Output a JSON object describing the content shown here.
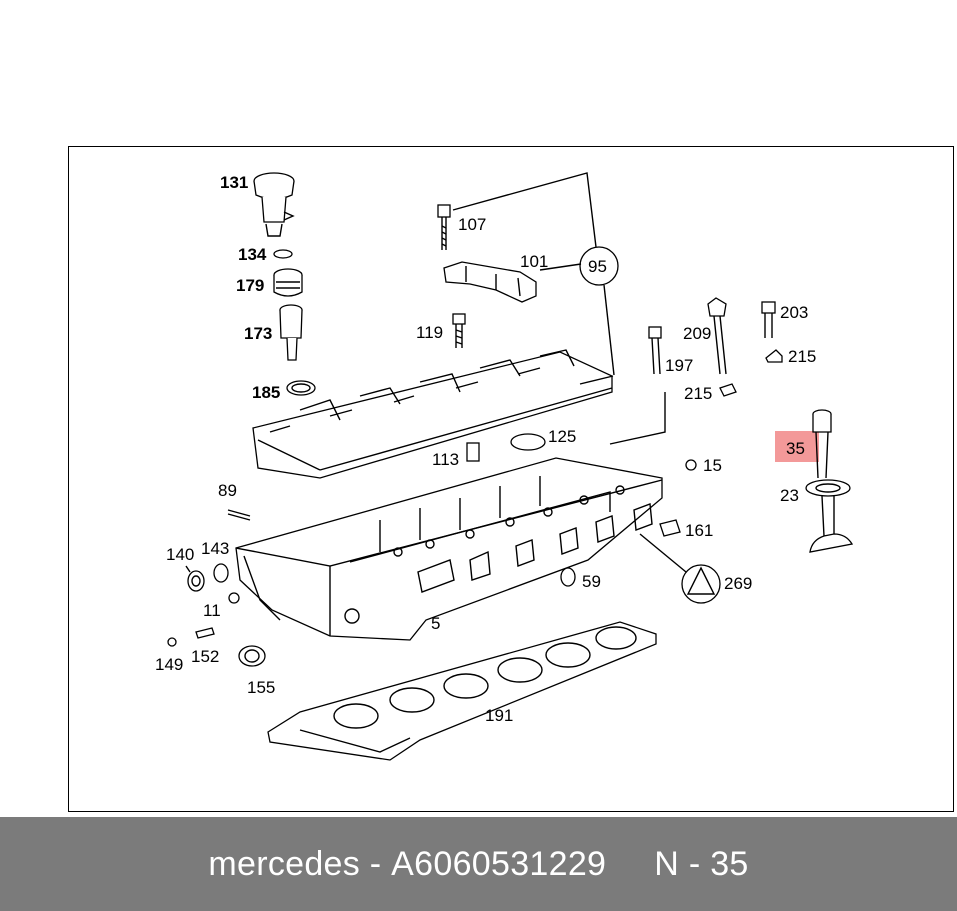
{
  "highlight_color": "#f08080",
  "footer": {
    "brand": "mercedes",
    "separator": "-",
    "part_number": "A6060531229",
    "position_text": "N - 35",
    "background": "#7b7b7b"
  },
  "callouts": {
    "c131": "131",
    "c134": "134",
    "c179": "179",
    "c173": "173",
    "c185": "185",
    "c107": "107",
    "c101": "101",
    "c95": "95",
    "c119": "119",
    "c125": "125",
    "c113": "113",
    "c209": "209",
    "c203": "203",
    "c215a": "215",
    "c215b": "215",
    "c197": "197",
    "c35": "35",
    "c15": "15",
    "c23": "23",
    "c89": "89",
    "c161": "161",
    "c140": "140",
    "c143": "143",
    "c269": "269",
    "c59": "59",
    "c11": "11",
    "c5": "5",
    "c149": "149",
    "c152": "152",
    "c155": "155",
    "c191": "191"
  }
}
